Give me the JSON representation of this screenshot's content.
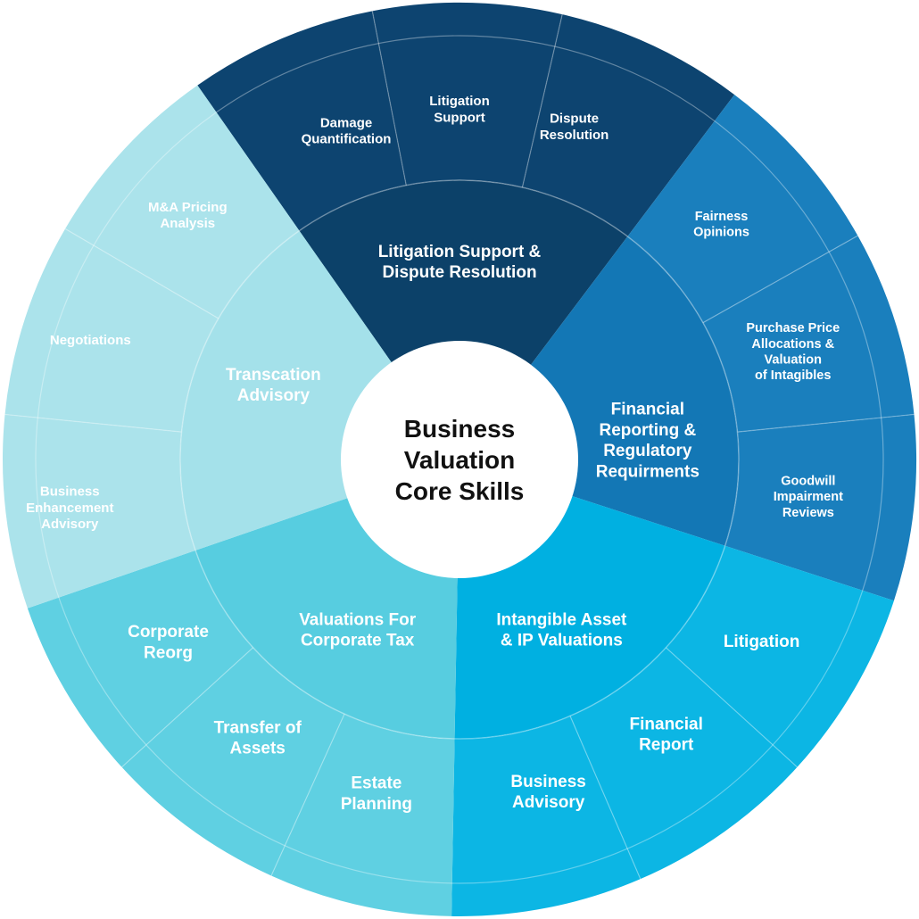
{
  "center": {
    "title_lines": [
      "Business",
      "Valuation",
      "Core Skills"
    ]
  },
  "colors": {
    "background": "#ffffff",
    "divider": "rgba(255,255,255,0.35)",
    "center_text": "#111111",
    "label_text": "#ffffff"
  },
  "segments": [
    {
      "id": "litigation",
      "label_lines": [
        "Litigation Support &",
        "Dispute Resolution"
      ],
      "inner_color": "#0c4169",
      "outer_color": "#0d4470",
      "children": [
        {
          "label_lines": [
            "Damage",
            "Quantification"
          ]
        },
        {
          "label_lines": [
            "Litigation",
            "Support"
          ]
        },
        {
          "label_lines": [
            "Dispute",
            "Resolution"
          ]
        }
      ]
    },
    {
      "id": "financial-reporting",
      "label_lines": [
        "Financial",
        "Reporting &",
        "Regulatory",
        "Requirments"
      ],
      "inner_color": "#1377b5",
      "outer_color": "#1a7fbd",
      "children": [
        {
          "label_lines": [
            "Fairness",
            "Opinions"
          ]
        },
        {
          "label_lines": [
            "Purchase Price",
            "Allocations &",
            "Valuation",
            "of Intagibles"
          ]
        },
        {
          "label_lines": [
            "Goodwill",
            "Impairment",
            "Reviews"
          ]
        }
      ]
    },
    {
      "id": "intangible",
      "label_lines": [
        "Intangible Asset",
        "& IP Valuations"
      ],
      "inner_color": "#00b0e1",
      "outer_color": "#0cb6e4",
      "children": [
        {
          "label_lines": [
            "Litigation"
          ]
        },
        {
          "label_lines": [
            "Financial",
            "Report"
          ]
        },
        {
          "label_lines": [
            "Business",
            "Advisory"
          ]
        }
      ]
    },
    {
      "id": "corporate-tax",
      "label_lines": [
        "Valuations For",
        "Corporate Tax"
      ],
      "inner_color": "#57cde0",
      "outer_color": "#5fd0e2",
      "children": [
        {
          "label_lines": [
            "Estate",
            "Planning"
          ]
        },
        {
          "label_lines": [
            "Transfer of",
            "Assets"
          ]
        },
        {
          "label_lines": [
            "Corporate",
            "Reorg"
          ]
        }
      ]
    },
    {
      "id": "transaction",
      "label_lines": [
        "Transcation",
        "Advisory"
      ],
      "inner_color": "#a4e1ea",
      "outer_color": "#abe3eb",
      "children": [
        {
          "label_lines": [
            "Business",
            "Enhancement",
            "Advisory"
          ]
        },
        {
          "label_lines": [
            "Negotiations"
          ]
        },
        {
          "label_lines": [
            "M&A Pricing",
            "Analysis"
          ]
        }
      ]
    }
  ]
}
